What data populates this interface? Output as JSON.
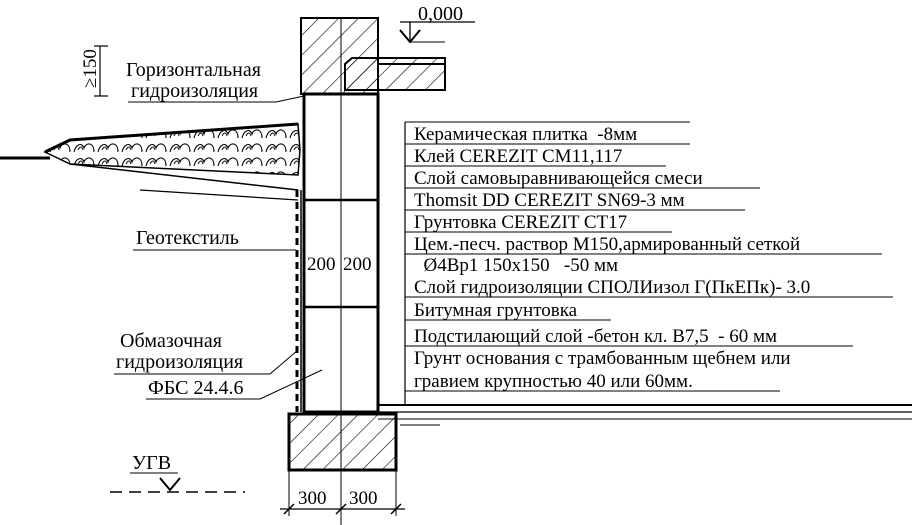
{
  "elevation": {
    "label": "0,000"
  },
  "dims": {
    "gap_height": "≥150",
    "block_width_left": "200",
    "block_width_right": "200",
    "footing_left": "300",
    "footing_right": "300"
  },
  "labels": {
    "horizontal_waterproofing_line1": "Горизонтальная",
    "horizontal_waterproofing_line2": "гидроизоляция",
    "geotextile": "Геотекстиль",
    "coating_waterproofing_line1": "Обмазочная",
    "coating_waterproofing_line2": "гидроизоляция",
    "fbs": "ФБС 24.4.6",
    "groundwater": "УГВ"
  },
  "layers": [
    "Керамическая плитка  -8мм",
    "Клей CEREZIT CM11,117",
    "Слой самовыравнивающейся смеси",
    "Thomsit DD CEREZIT SN69-3 мм",
    "Грунтовка CEREZIT CT17",
    "Цем.-песч. раствор М150,армированный сеткой",
    "  Ø4Вр1 150х150   -50 мм",
    "Слой гидроизоляции СПОЛИизол Г(ПкЕПк)- 3.0",
    "Битумная грунтовка",
    "Подстилающий слой -бетон кл. В7,5  - 60 мм",
    "Грунт основания с трамбованным щебнем или",
    "гравием крупностью 40 или 60мм."
  ]
}
